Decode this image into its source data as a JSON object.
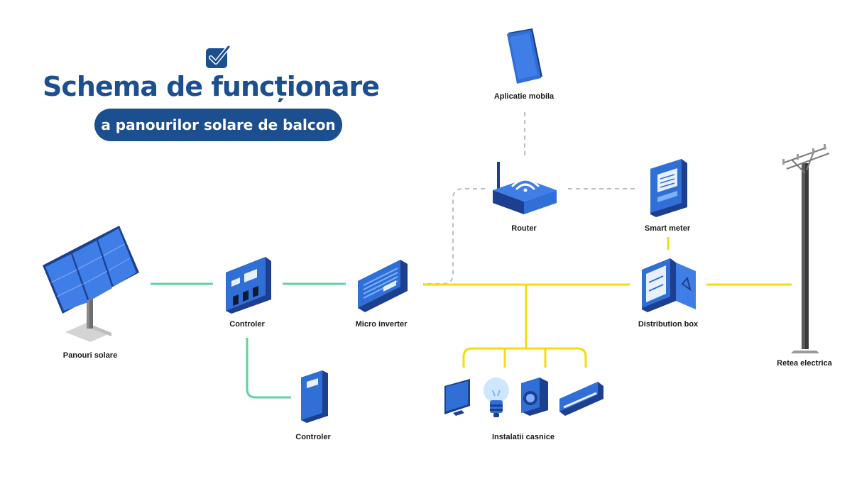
{
  "title": {
    "heading": "Schema de funcționare",
    "subheading": "a panourilor solare de balcon"
  },
  "colors": {
    "brand": "#1b4f8f",
    "device_blue": "#2f6fd6",
    "dc_line": "#5fd3a0",
    "ac_line": "#f5dc0f",
    "data_line": "#bdbdbd"
  },
  "nodes": {
    "solar_panels": "Panouri solare",
    "controller": "Controler",
    "controller_2": "Controler",
    "micro_inverter": "Micro inverter",
    "router": "Router",
    "mobile_app": "Aplicatie mobila",
    "smart_meter": "Smart meter",
    "distribution_box": "Distribution box",
    "grid": "Retea electrica",
    "appliances": "Instalatii casnice"
  },
  "icons": {
    "logo": "checkmark-badge-icon",
    "solar": "solar-panel-icon",
    "controller": "charge-controller-icon",
    "battery": "battery-icon",
    "inverter": "micro-inverter-icon",
    "router": "wifi-router-icon",
    "phone": "smartphone-icon",
    "meter": "smart-meter-icon",
    "box": "distribution-box-icon",
    "pole": "power-pole-icon",
    "tv": "tv-icon",
    "bulb": "light-bulb-icon",
    "washer": "washing-machine-icon",
    "ac": "air-conditioner-icon"
  }
}
